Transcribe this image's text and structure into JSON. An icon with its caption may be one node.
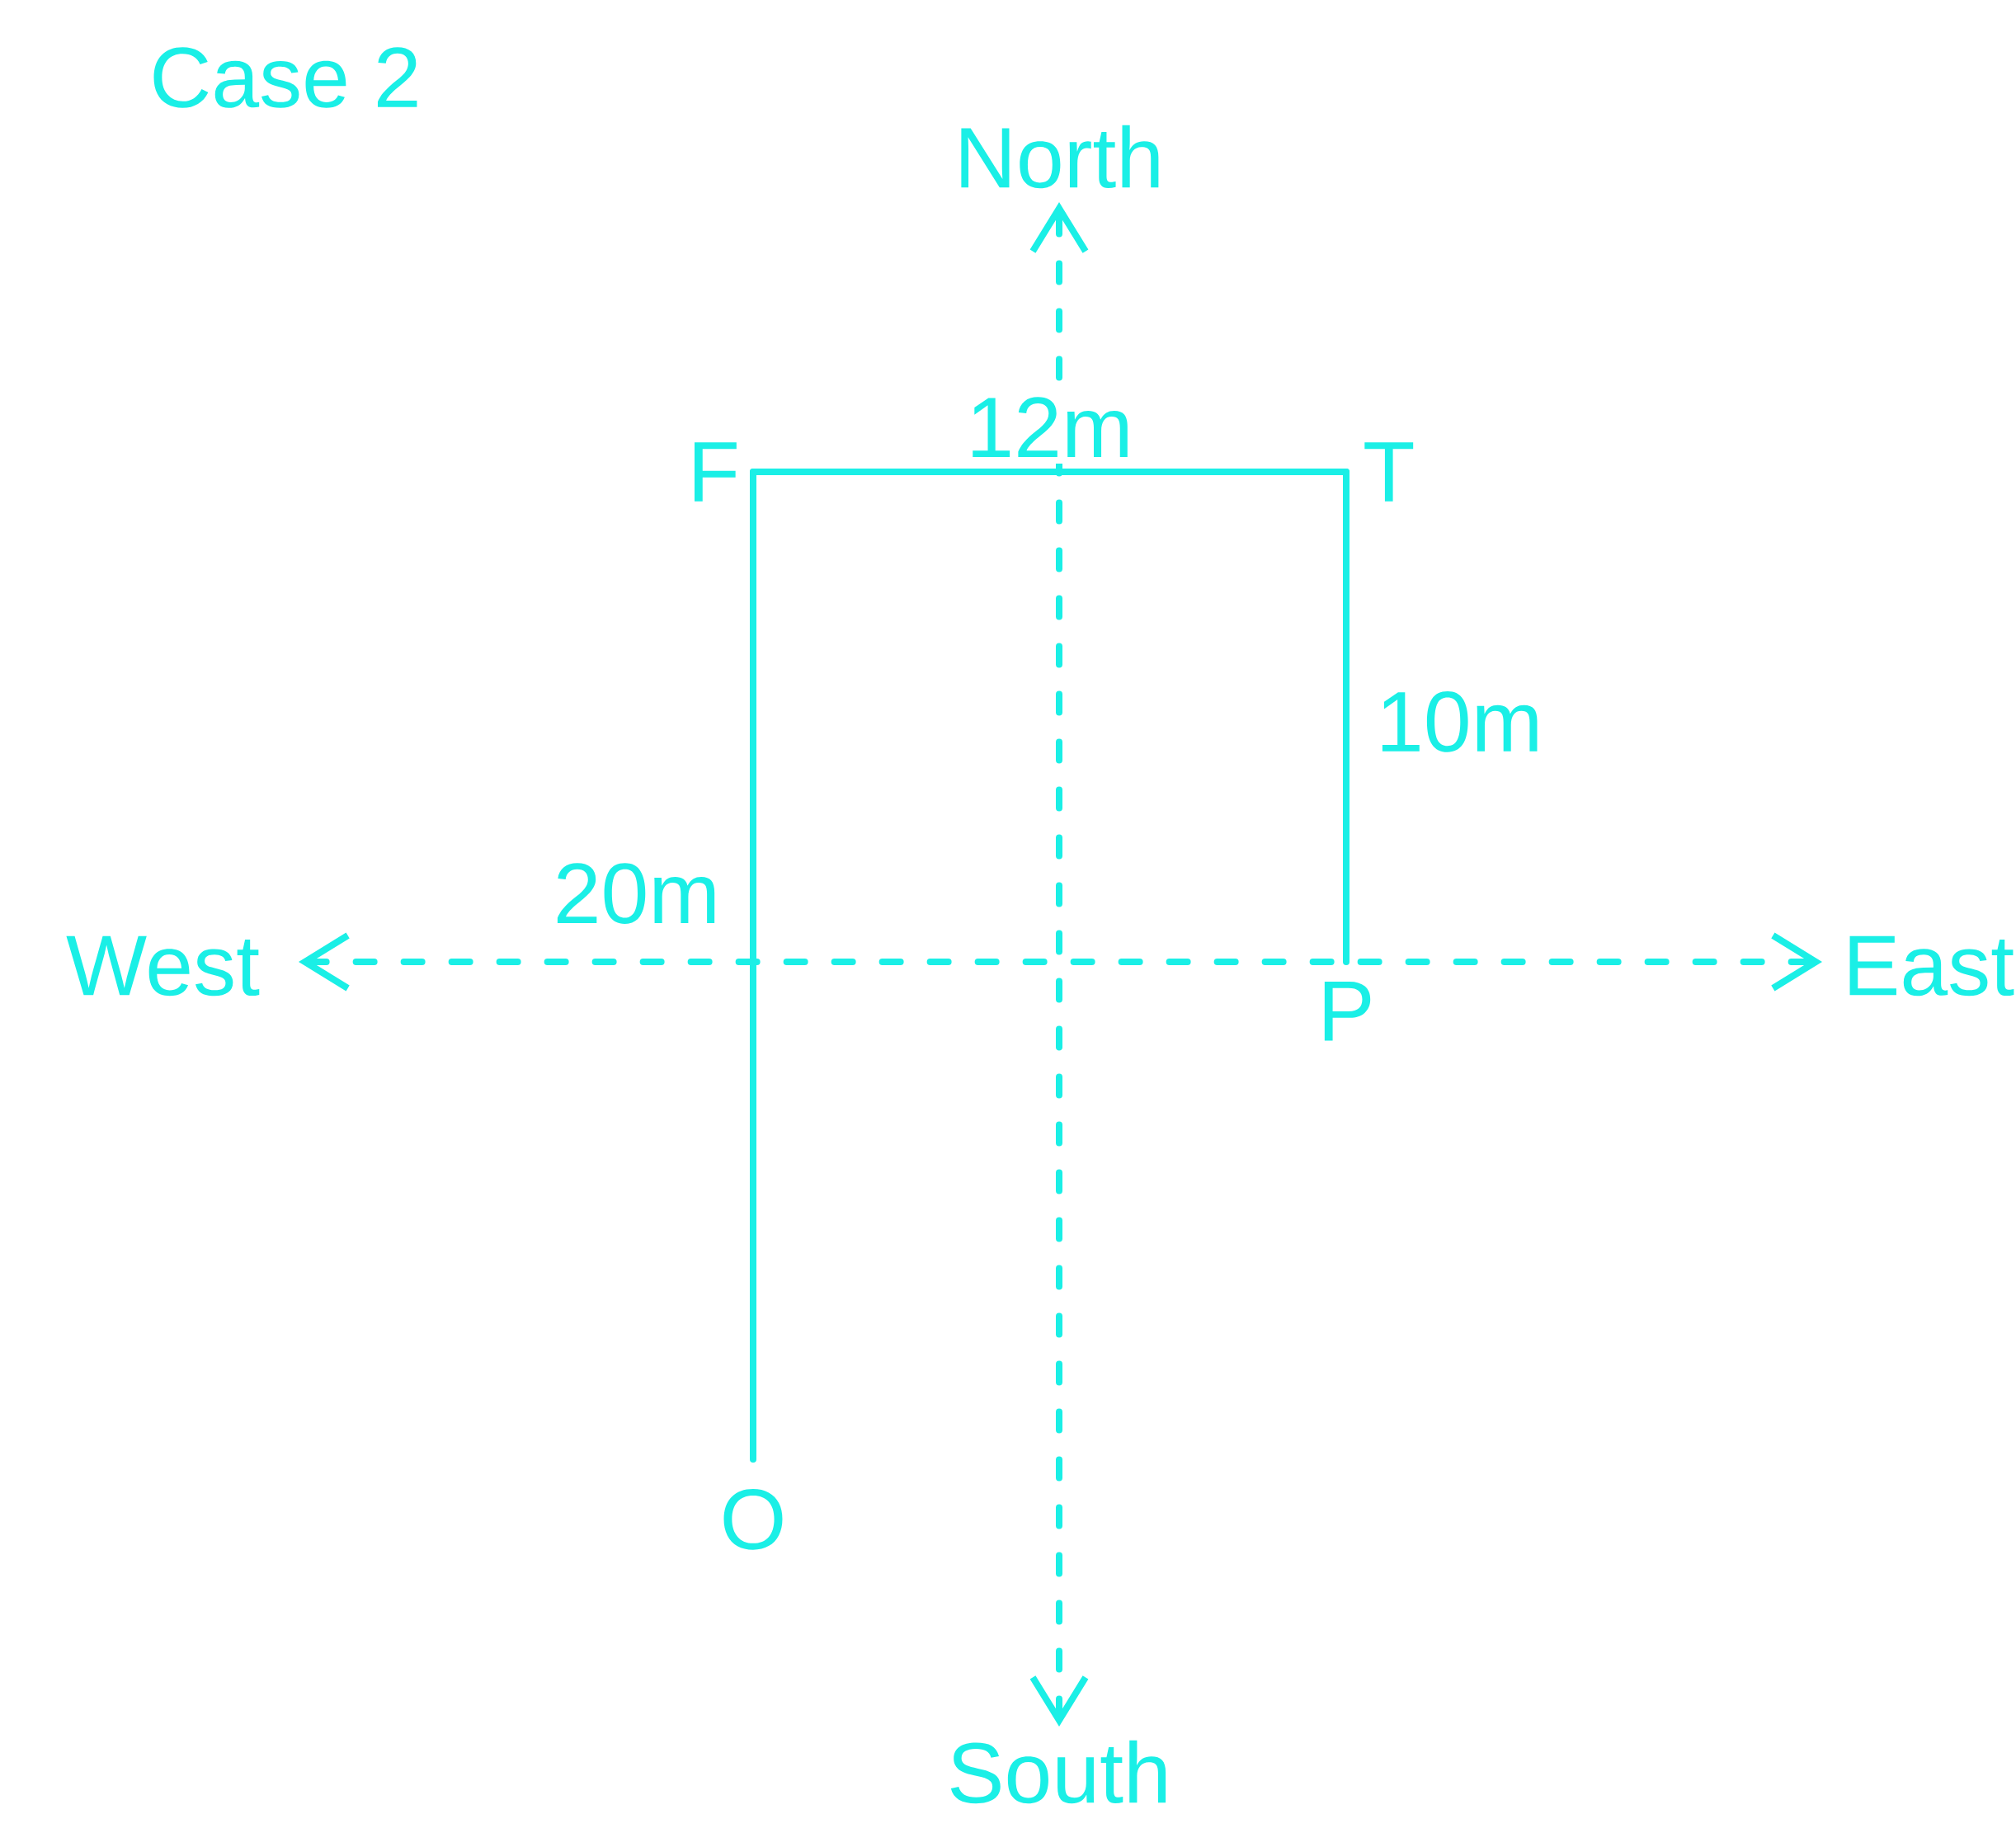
{
  "diagram": {
    "title": "Case 2",
    "nodes": [
      {
        "text": [
          "F"
        ]
      },
      {
        "text": [
          "T"
        ]
      },
      {
        "text": [
          "P"
        ]
      },
      {
        "text": [
          "O"
        ]
      }
    ],
    "edges": [
      {
        "from": 3,
        "to": 0,
        "arrow": "none",
        "label": "20m"
      },
      {
        "from": 0,
        "to": 1,
        "arrow": "none",
        "label": "12m"
      },
      {
        "from": 1,
        "to": 2,
        "arrow": "none",
        "label": "10m"
      }
    ],
    "labels": [
      "North",
      "West",
      "East",
      "South"
    ]
  }
}
